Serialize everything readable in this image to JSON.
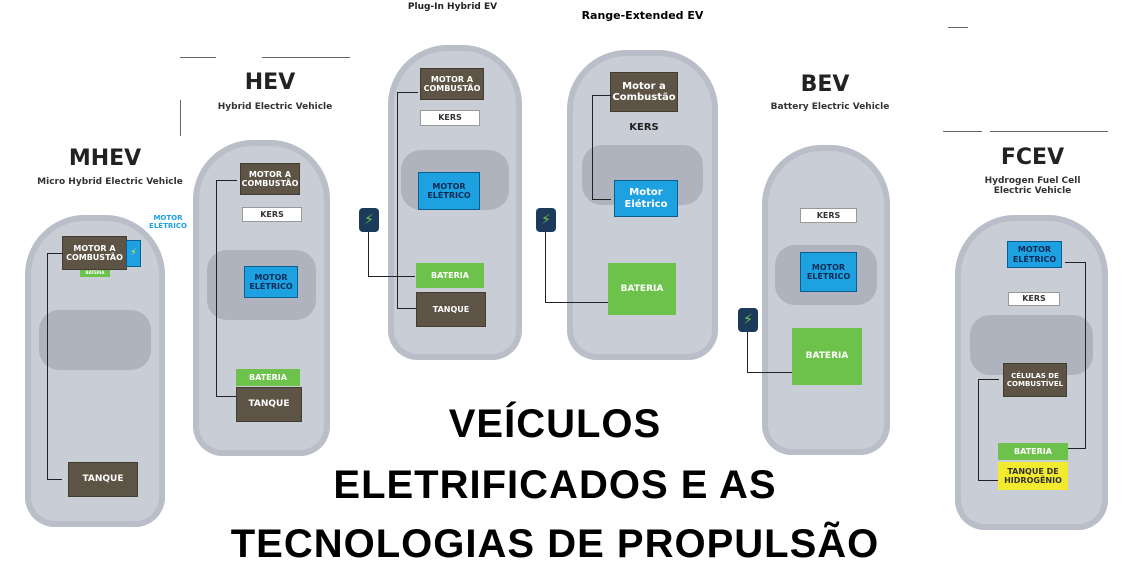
{
  "vehicles": {
    "mhev": {
      "code": "MHEV",
      "name": "Micro Hybrid Electric Vehicle",
      "combustion": "MOTOR A\nCOMBUSTÃO",
      "battery": "BATERIA",
      "motor_label": "MOTOR\nELÉTRICO",
      "tank": "TANQUE"
    },
    "hev": {
      "code": "HEV",
      "name": "Hybrid Electric Vehicle",
      "combustion": "MOTOR A\nCOMBUSTÃO",
      "kers": "KERS",
      "motor": "MOTOR\nELÉTRICO",
      "battery": "BATERIA",
      "tank": "TANQUE"
    },
    "phev": {
      "name": "Plug-In Hybrid EV",
      "combustion": "MOTOR A\nCOMBUSTÃO",
      "kers": "KERS",
      "motor": "MOTOR\nELÉTRICO",
      "battery": "BATERIA",
      "tank": "TANQUE"
    },
    "reev": {
      "name": "Range-Extended EV",
      "combustion": "Motor a\nCombustão",
      "kers": "KERS",
      "motor": "Motor\nElétrico",
      "battery": "BATERIA"
    },
    "bev": {
      "code": "BEV",
      "name": "Battery Electric Vehicle",
      "kers": "KERS",
      "motor": "MOTOR\nELÉTRICO",
      "battery": "BATERIA"
    },
    "fcev": {
      "code": "FCEV",
      "name": "Hydrogen Fuel Cell\nElectric Vehicle",
      "motor": "MOTOR\nELÉTRICO",
      "kers": "KERS",
      "fuel_cells": "CÉLULAS DE\nCOMBUSTÍVEL",
      "battery": "BATERIA",
      "tank": "TANQUE DE\nHIDROGÊNIO"
    }
  },
  "headline": [
    "VEÍCULOS",
    "ELETRIFICADOS E AS",
    "TECNOLOGIAS DE PROPULSÃO"
  ],
  "colors": {
    "combustion": "#5d5446",
    "battery": "#6cc24a",
    "motor": "#1ea1e0",
    "tank_h2": "#f2ea2e",
    "car": "#c9cdd5"
  },
  "icons": [
    "plug-icon",
    "lightning-icon"
  ]
}
